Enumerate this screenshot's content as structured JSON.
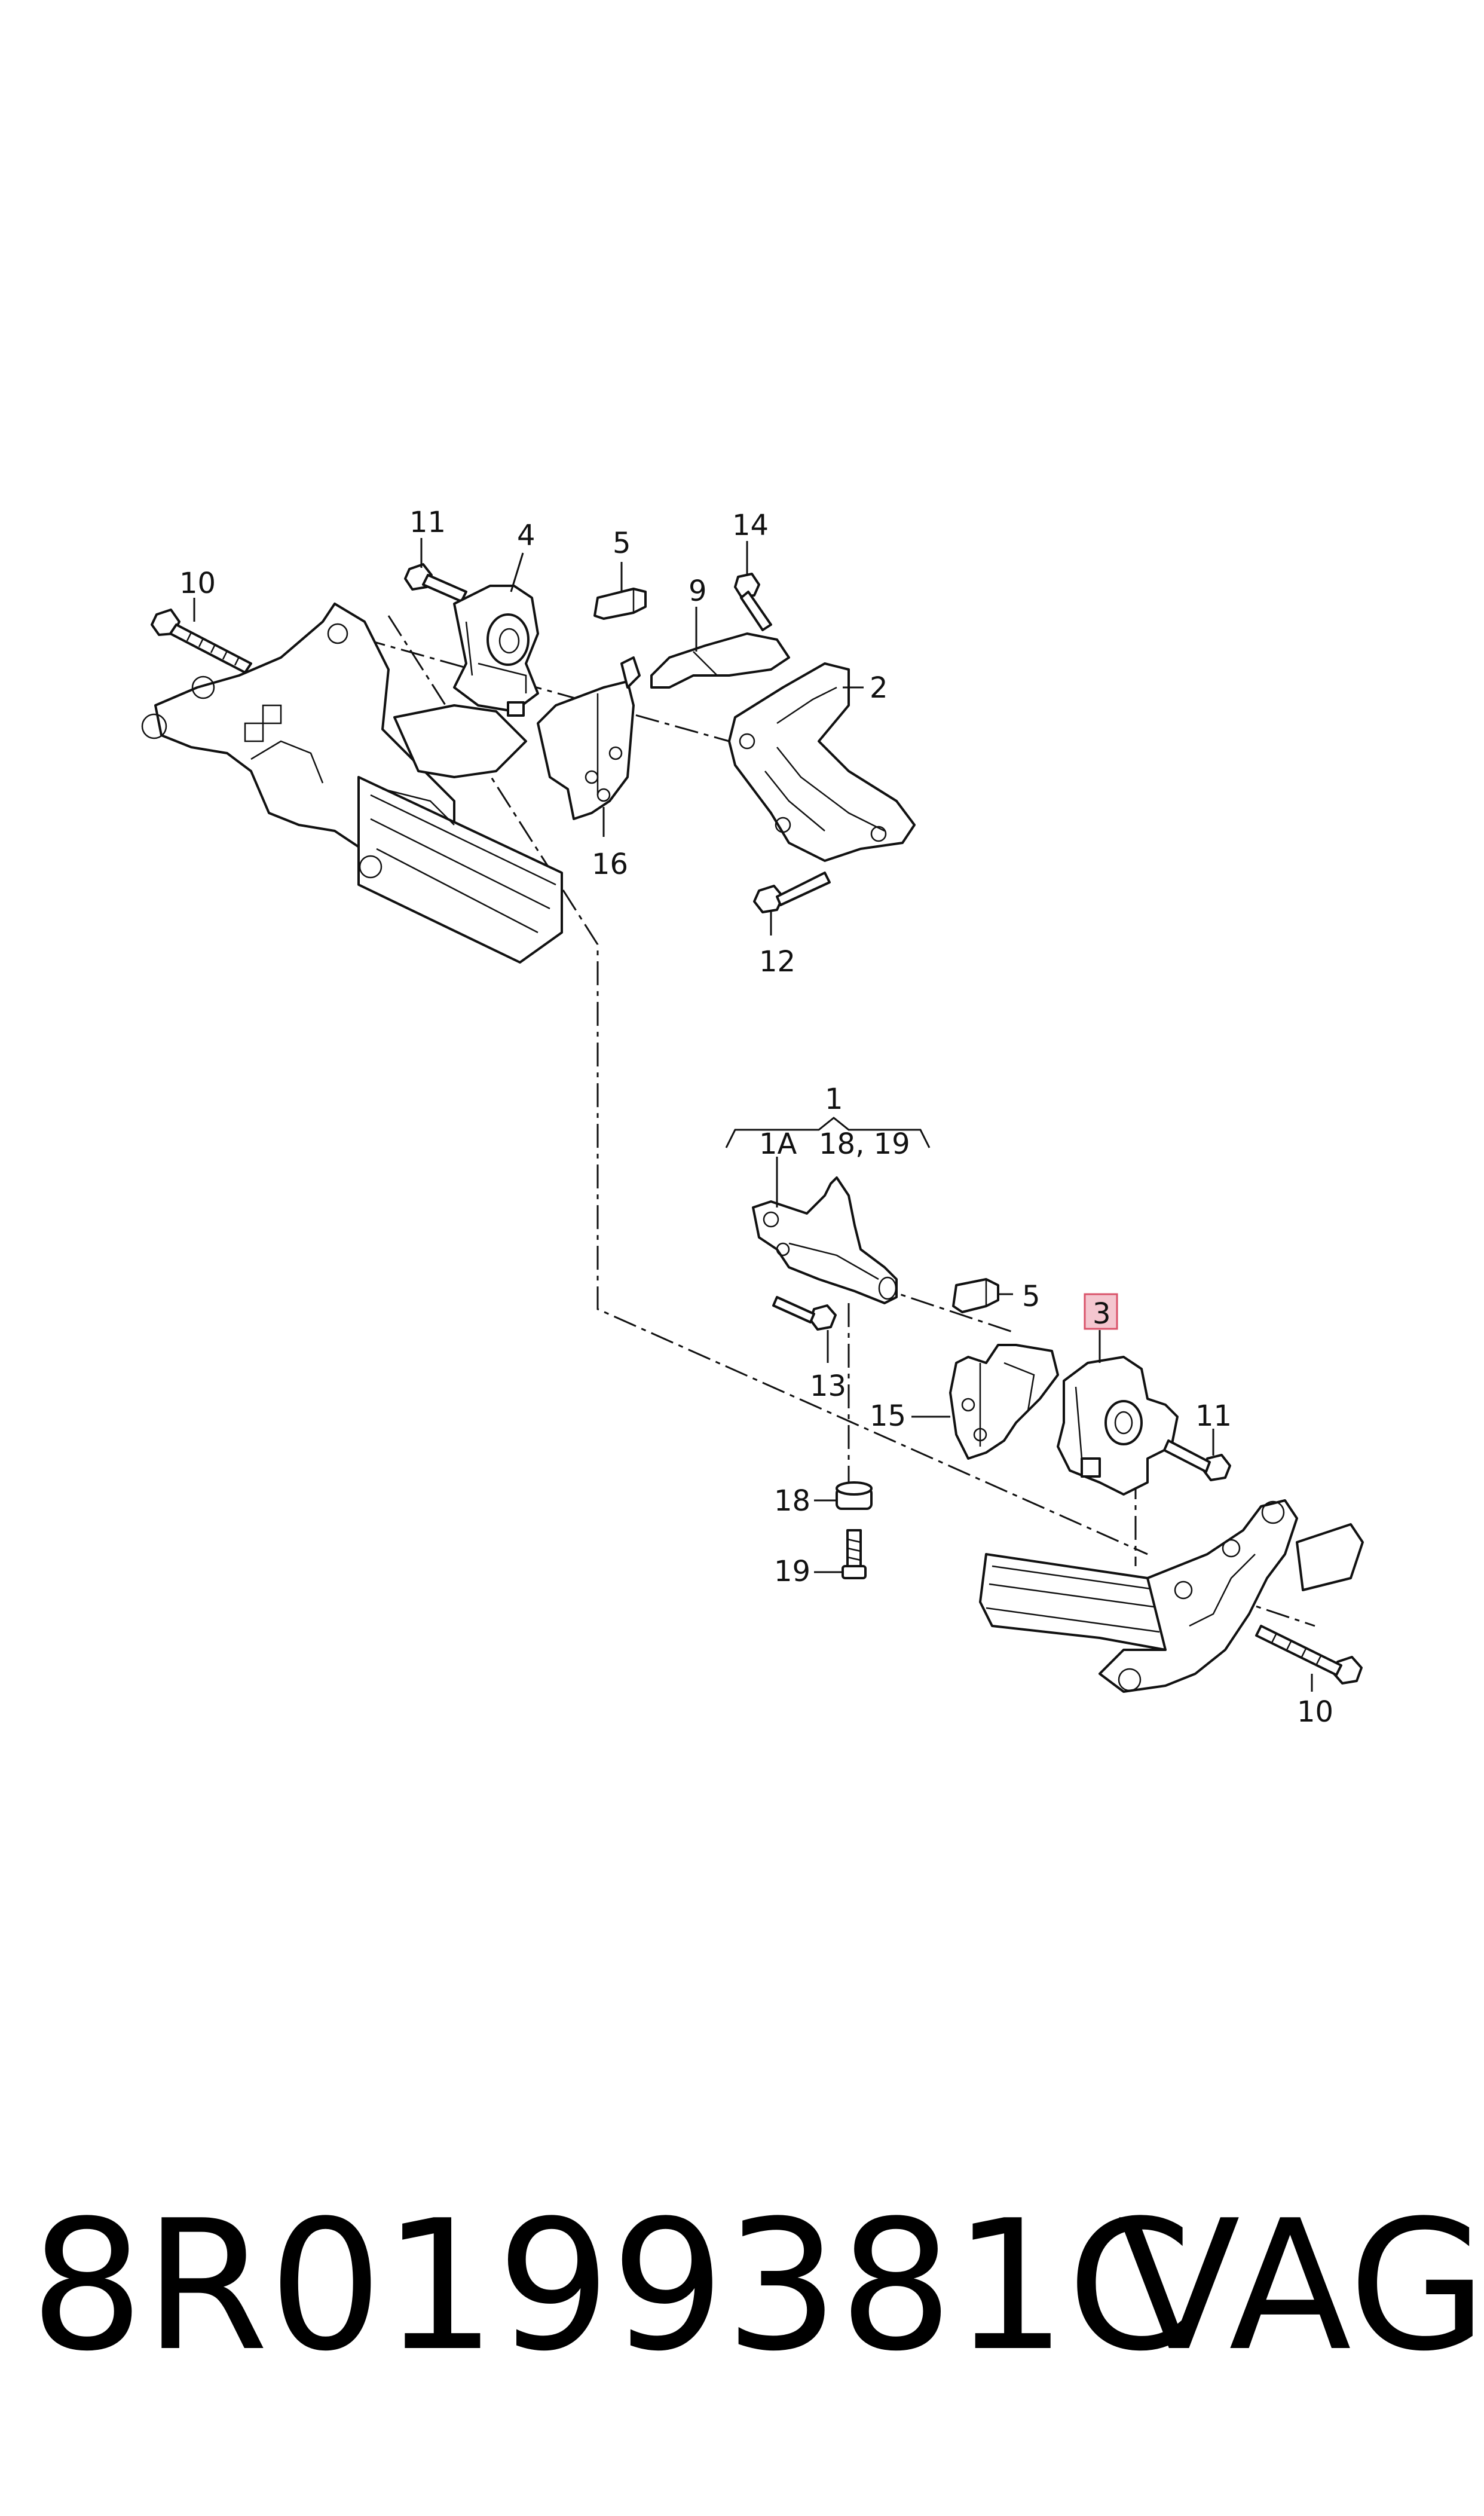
{
  "labels": {
    "l1": "1",
    "l1a": "1A",
    "l1819": "18, 19",
    "l2": "2",
    "l3": "3",
    "l4": "4",
    "l5a": "5",
    "l5b": "5",
    "l9": "9",
    "l10a": "10",
    "l10b": "10",
    "l11a": "11",
    "l11b": "11",
    "l12": "12",
    "l13": "13",
    "l14": "14",
    "l15": "15",
    "l16": "16",
    "l18": "18",
    "l19": "19"
  },
  "highlight": {
    "color": "#f4c6cf",
    "border": "#d9536a"
  },
  "caption": {
    "part_number": "8R0199381C",
    "brand": "VAG"
  }
}
